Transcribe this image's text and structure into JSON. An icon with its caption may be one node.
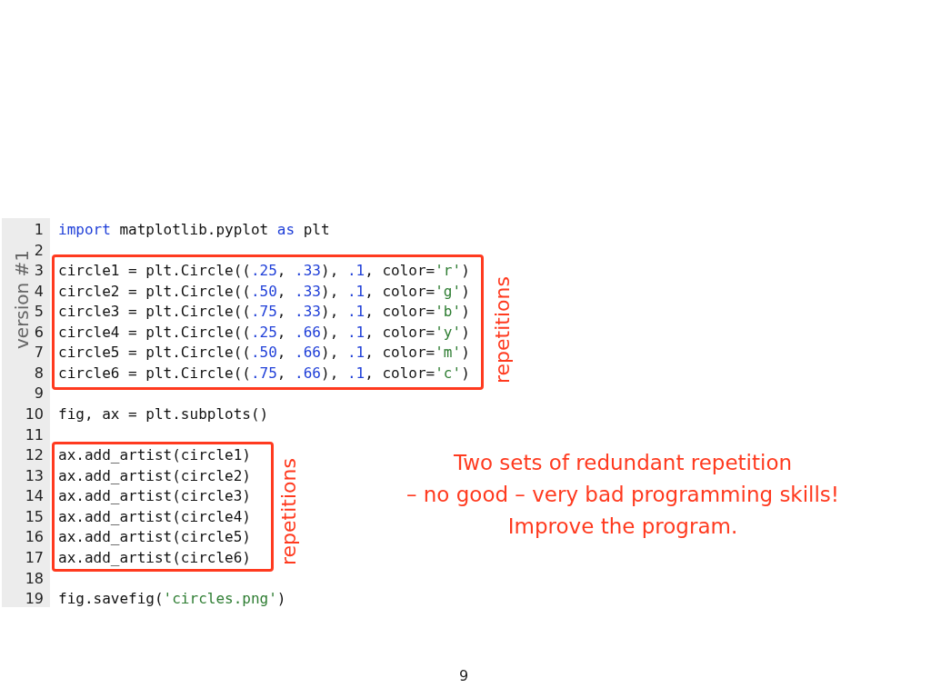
{
  "diagram": {
    "nodes": [
      {
        "text": [
          "circle1 = plt.Circle((.25, .33), .1, color='r')",
          "circle2 = plt.Circle((.50, .33), .1, color='g')",
          "circle3 = plt.Circle((.75, .33), .1, color='b')",
          "circle4 = plt.Circle((.25, .66), .1, color='y')",
          "circle5 = plt.Circle((.50, .66), .1, color='m')",
          "circle6 = plt.Circle((.75, .66), .1, color='c')"
        ],
        "beside": [
          "repetitions"
        ]
      },
      {
        "text": [
          "ax.add_artist(circle1)",
          "ax.add_artist(circle2)",
          "ax.add_artist(circle3)",
          "ax.add_artist(circle4)",
          "ax.add_artist(circle5)",
          "ax.add_artist(circle6)"
        ],
        "beside": [
          "repetitions"
        ]
      }
    ],
    "labels": [
      "version #1",
      "1",
      "import matplotlib.pyplot as plt",
      "2",
      "3",
      "4",
      "5",
      "6",
      "7",
      "8",
      "9",
      "10",
      "fig, ax = plt.subplots()",
      "11",
      "12",
      "13",
      "14",
      "15",
      "16",
      "17",
      "18",
      "19",
      "fig.savefig('circles.png')",
      "Two sets of redundant repetition",
      "– no good – very bad programming skills!",
      "Improve the program.",
      "9"
    ]
  }
}
